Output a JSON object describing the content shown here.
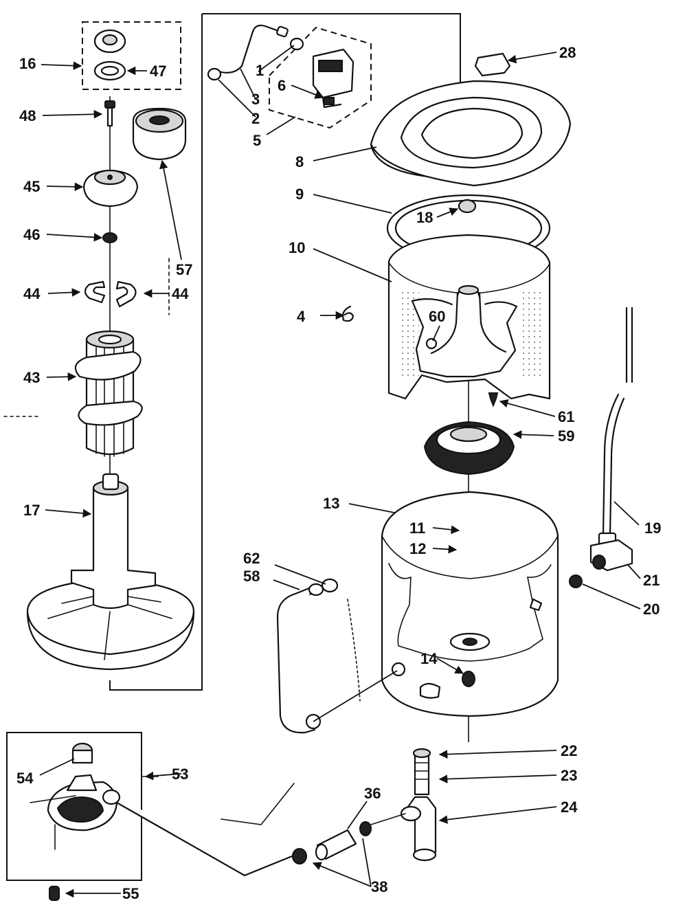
{
  "callouts": [
    "1",
    "2",
    "3",
    "4",
    "5",
    "6",
    "8",
    "9",
    "10",
    "11",
    "12",
    "13",
    "14",
    "16",
    "17",
    "18",
    "19",
    "20",
    "21",
    "22",
    "23",
    "24",
    "28",
    "36",
    "38",
    "43",
    "44",
    "44",
    "45",
    "46",
    "47",
    "48",
    "53",
    "54",
    "55",
    "57",
    "58",
    "59",
    "60",
    "61",
    "62"
  ]
}
